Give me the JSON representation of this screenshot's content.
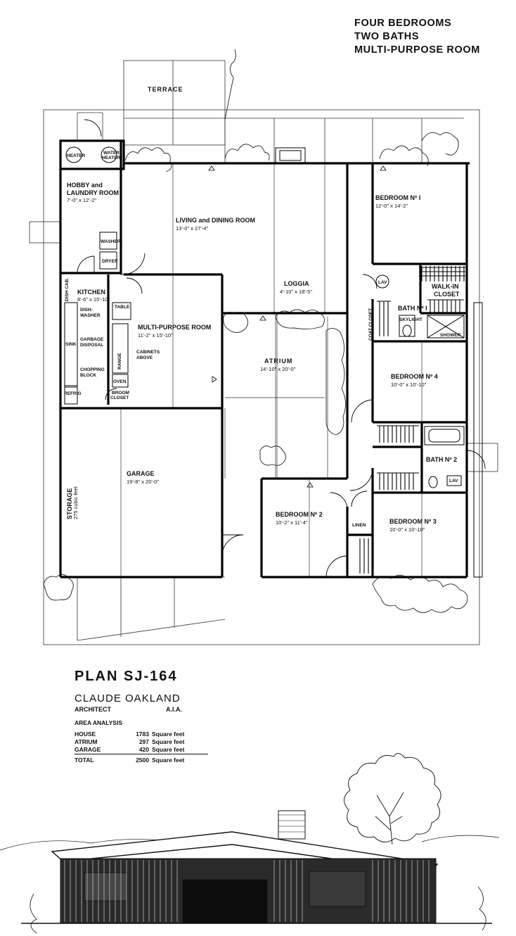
{
  "header": {
    "line1": "FOUR BEDROOMS",
    "line2": "TWO BATHS",
    "line3": "MULTI-PURPOSE ROOM"
  },
  "rooms": {
    "terrace": "TERRACE",
    "heater": "HEATER",
    "water_heater_1": "WATER",
    "water_heater_2": "HEATER",
    "hobby_1": "HOBBY and",
    "hobby_2": "LAUNDRY ROOM",
    "hobby_dim": "7'-0\" x 12'-2\"",
    "washer": "WASHER",
    "dryer": "DRYER",
    "living": "LIVING and DINING ROOM",
    "living_dim": "13'-0\" x 27'-4\"",
    "bedroom1": "BEDROOM Nº I",
    "bedroom1_dim": "12'-0\" x 14'-2\"",
    "loggia": "LOGGIA",
    "loggia_dim": "4'-10\" x 18'-5\"",
    "lav": "LAV",
    "walkin_1": "WALK-IN",
    "walkin_2": "CLOSET",
    "bath1": "BATH Nº I",
    "skylight": "SKYLIGHT",
    "shower": "SHOWER",
    "coat_closet": "COAT CLOSET",
    "dish_cab": "DISH CAB.",
    "kitchen": "KITCHEN",
    "kitchen_dim": "8'-6\" x 15'-10\"",
    "dishwasher_1": "DISH-",
    "dishwasher_2": "WASHER",
    "table": "TABLE",
    "multi": "MULTI-PURPOSE ROOM",
    "multi_dim": "11'-2\" x 15'-10\"",
    "sink": "SINK",
    "garbage_1": "GARBAGE",
    "garbage_2": "DISPOSAL",
    "range": "RANGE",
    "cabinets_1": "CABINETS",
    "cabinets_2": "ABOVE",
    "chopping_1": "CHOPPING",
    "chopping_2": "BLOCK",
    "oven": "OVEN",
    "refrig": "REFRIG",
    "broom_1": "BROOM",
    "broom_2": "CLOSET",
    "atrium": "ATRIUM",
    "atrium_dim": "14'-10\" x 20'-0\"",
    "bedroom4": "BEDROOM Nº 4",
    "bedroom4_dim": "10'-0\" x 10'-10\"",
    "bath2": "BATH Nº 2",
    "lav2": "LAV",
    "garage": "GARAGE",
    "garage_dim": "19'-8\" x 20'-0\"",
    "storage": "STORAGE",
    "storage_dim": "275 cubic feet",
    "bedroom2": "BEDROOM Nº 2",
    "bedroom2_dim": "10'-2\" x 11'-4\"",
    "linen": "LINEN",
    "bedroom3": "BEDROOM Nº 3",
    "bedroom3_dim": "10'-0\" x 10'-10\""
  },
  "plan": {
    "title": "PLAN  SJ-164",
    "architect_name": "CLAUDE OAKLAND",
    "architect_role": "ARCHITECT",
    "architect_aia": "A.I.A."
  },
  "area_analysis": {
    "title": "AREA ANALYSIS",
    "rows": [
      {
        "label": "HOUSE",
        "value": "1783",
        "unit": "Square feet"
      },
      {
        "label": "ATRIUM",
        "value": "297",
        "unit": "Square feet"
      },
      {
        "label": "GARAGE",
        "value": "420",
        "unit": "Square feet"
      }
    ],
    "total": {
      "label": "TOTAL",
      "value": "2500",
      "unit": "Square feet"
    }
  }
}
